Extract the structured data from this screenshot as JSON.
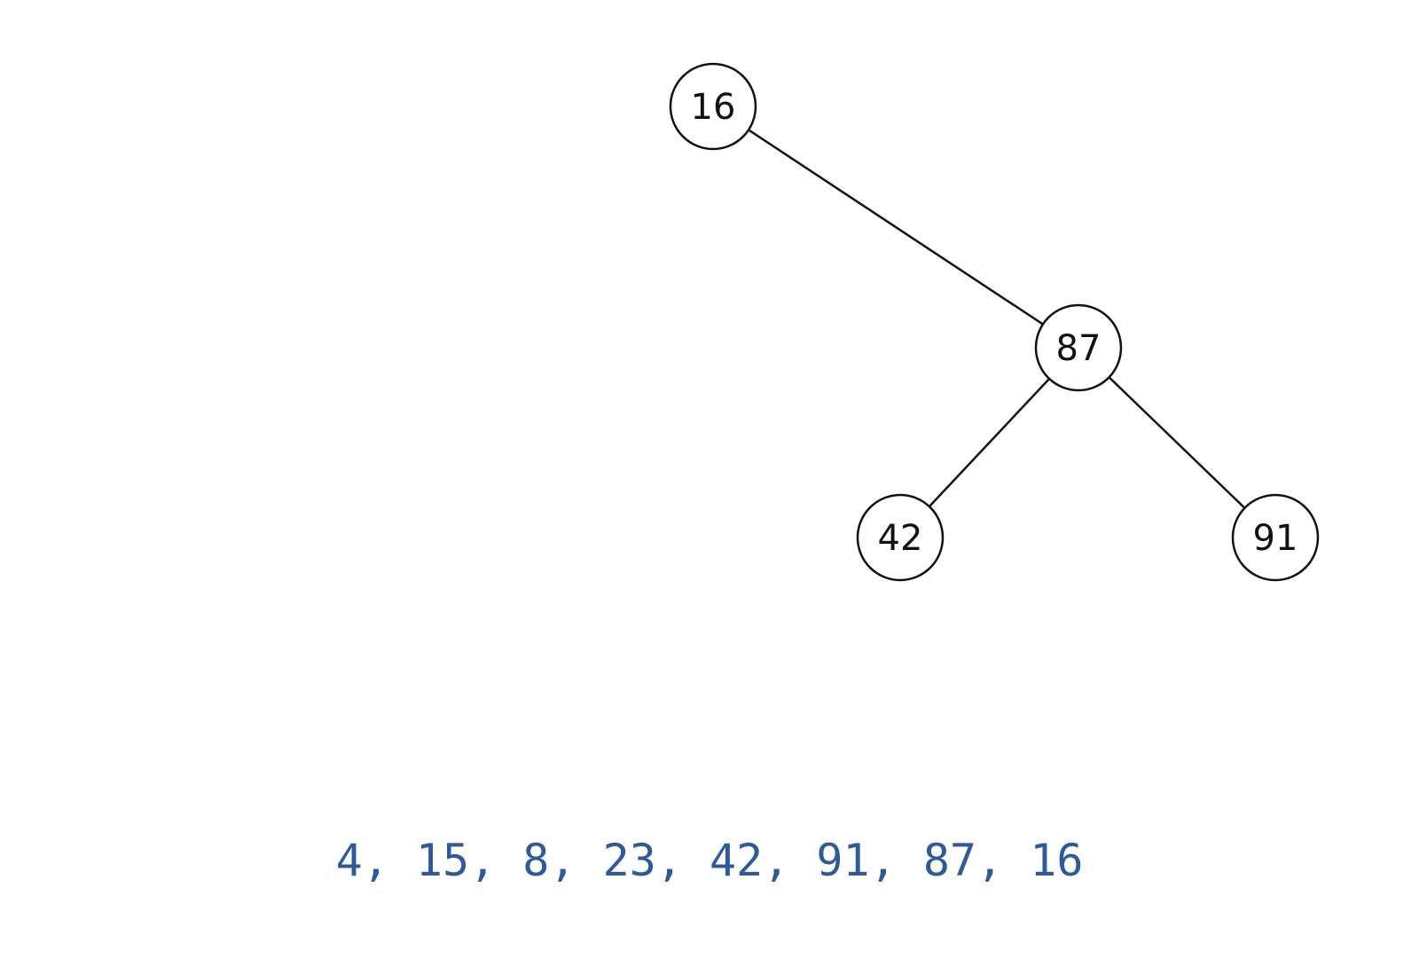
{
  "tree": {
    "nodes": [
      {
        "id": "n16",
        "label": "16"
      },
      {
        "id": "n87",
        "label": "87"
      },
      {
        "id": "n42",
        "label": "42"
      },
      {
        "id": "n91",
        "label": "91"
      }
    ],
    "edges": [
      {
        "from": "n16",
        "to": "n87"
      },
      {
        "from": "n87",
        "to": "n42"
      },
      {
        "from": "n87",
        "to": "n91"
      }
    ]
  },
  "sequence": "4, 15, 8, 23, 42, 91, 87, 16",
  "colors": {
    "node_stroke": "#111111",
    "node_fill": "#ffffff",
    "sequence_text": "#2f5a9a",
    "background": "#ffffff"
  }
}
